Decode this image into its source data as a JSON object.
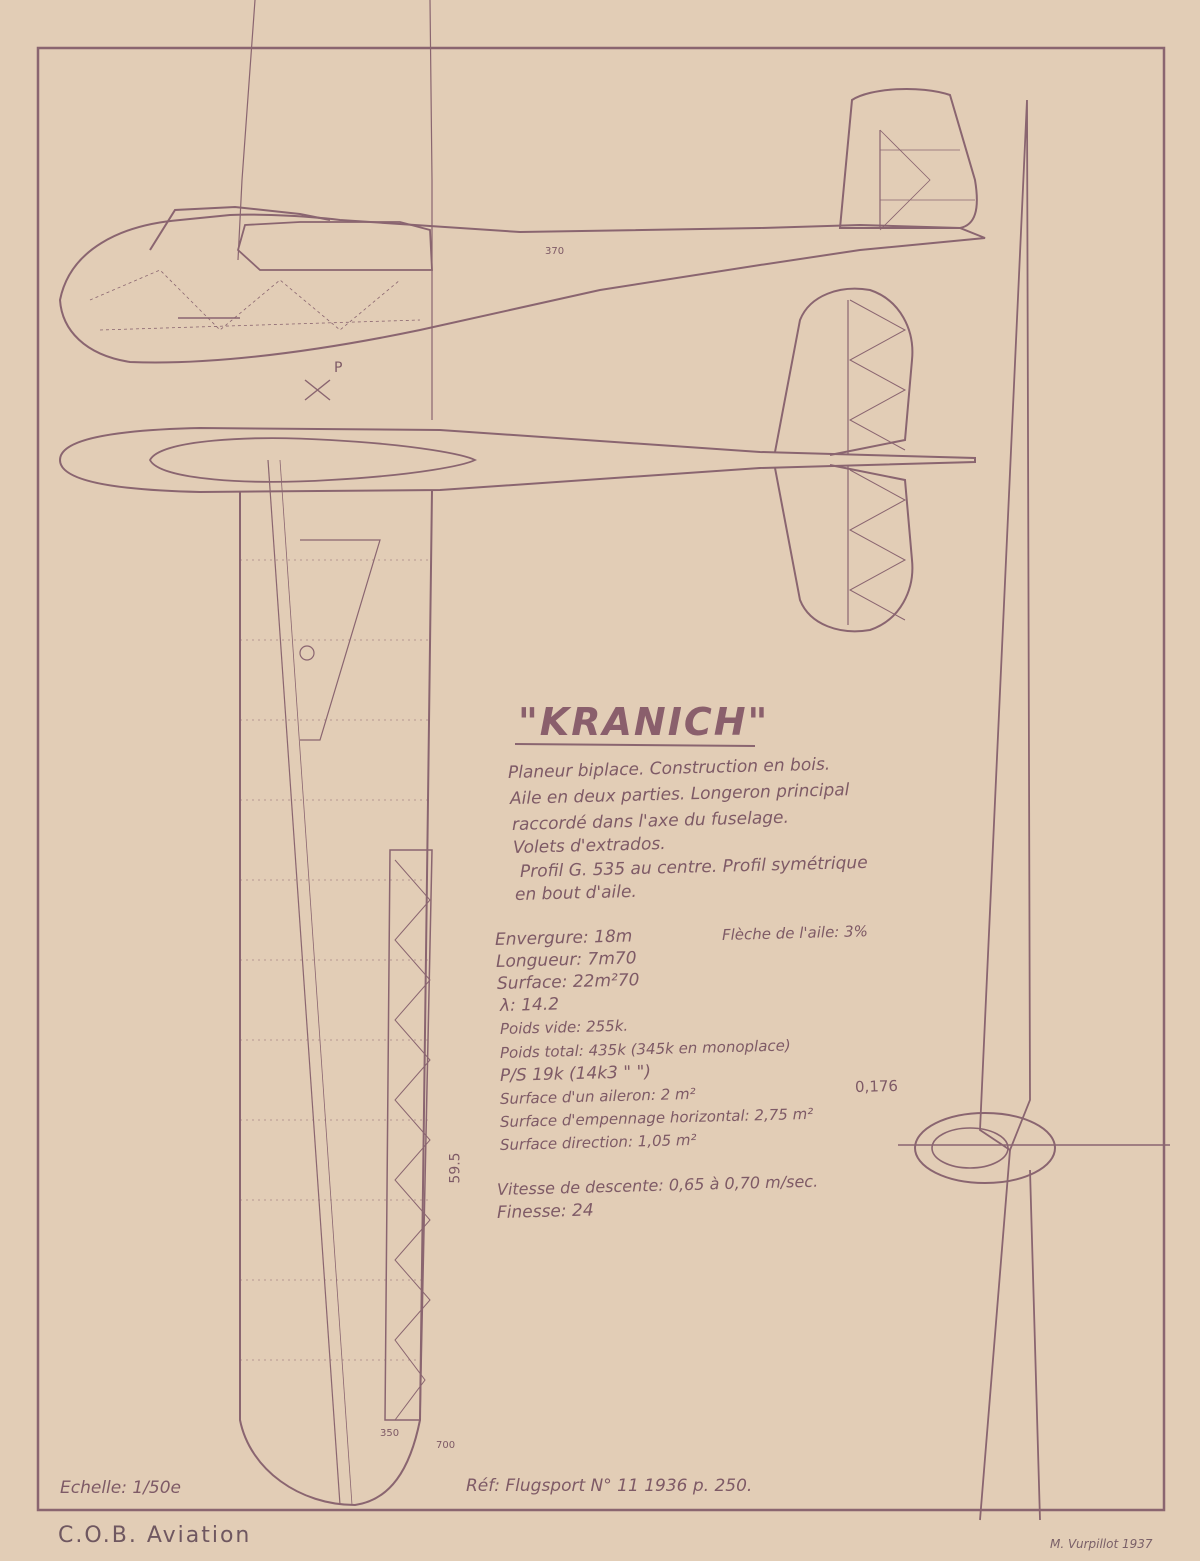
{
  "title": "\"KRANICH\"",
  "description": [
    "Planeur biplace. Construction en bois.",
    "Aile en deux parties. Longeron principal",
    "raccordé dans l'axe du fuselage.",
    "Volets d'extrados.",
    "Profil G. 535 au centre. Profil symétrique",
    "en bout d'aile."
  ],
  "specs": {
    "envergure": "Envergure: 18m",
    "fleche": "Flèche de l'aile: 3%",
    "longueur": "Longueur: 7m70",
    "surface": "Surface: 22m²70",
    "allongement": "λ:   14.2",
    "poids_vide": "Poids vide: 255k.",
    "poids_total": "Poids total: 435k (345k en monoplace)",
    "ps": "P/S        19k (14k3  \"       \")",
    "aileron": "Surface d'un aileron:   2 m²",
    "aileron_note": "0,176",
    "empennage": "Surface d'empennage horizontal: 2,75 m²",
    "direction": "Surface direction: 1,05 m²",
    "vitesse": "Vitesse de descente: 0,65 à 0,70 m/sec.",
    "finesse": "Finesse: 24"
  },
  "footer": {
    "echelle": "Echelle: 1/50e",
    "reference": "Réf: Flugsport N° 11   1936  p. 250.",
    "stamp": "C.O.B. Aviation",
    "signature": "M. Vurpillot 1937"
  },
  "dimensions": {
    "fuselage": "370",
    "tip_chord": "350",
    "tip_offset": "700",
    "dihedral": "59.5",
    "pivot": "P"
  },
  "colors": {
    "paper": "#e2cdb6",
    "ink": "#7e5a66"
  }
}
